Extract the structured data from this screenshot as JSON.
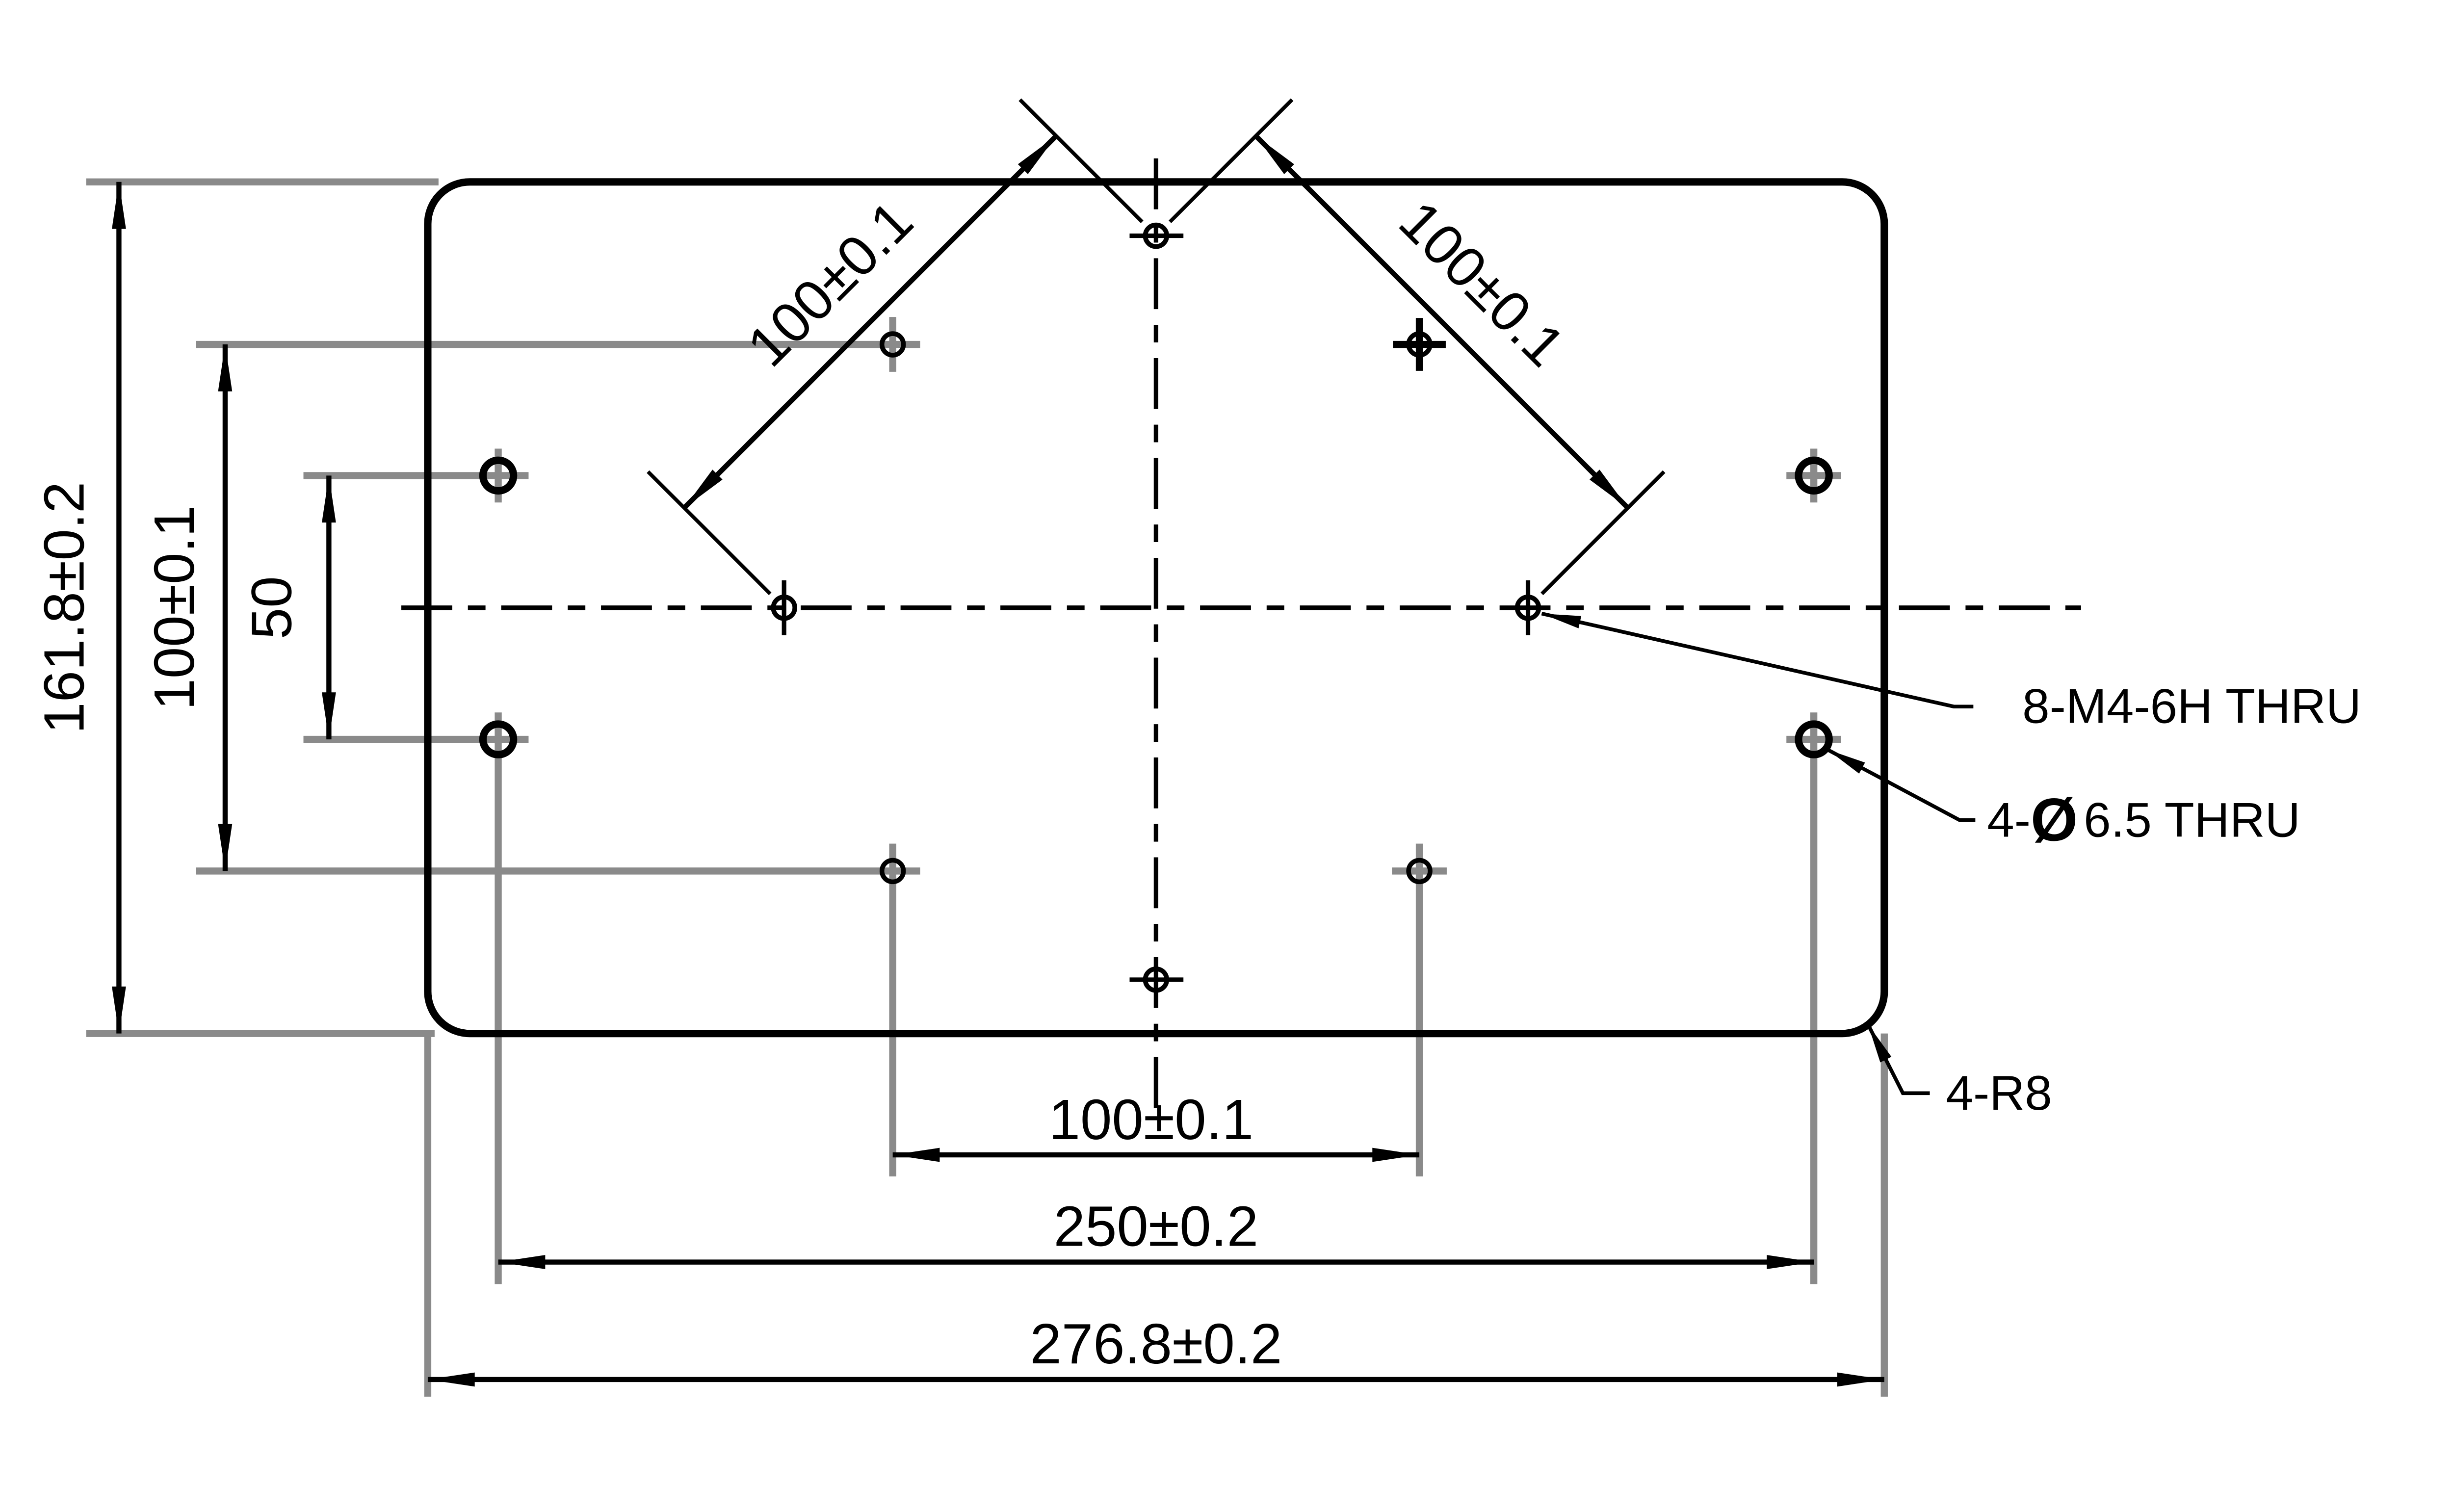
{
  "drawing": {
    "type": "mechanical-part-drawing",
    "part": "rectangular mounting plate, front view",
    "dims": {
      "overall_height": "161.8±0.2",
      "left_hole_span": "100±0.1",
      "drill_vertical_span": "50",
      "diag_left": "100±0.1",
      "diag_right": "100±0.1",
      "bottom_hole_span": "100±0.1",
      "drill_horizontal_span": "250±0.2",
      "overall_width": "276.8±0.2"
    },
    "callouts": {
      "tapped": "8-M4-6H THRU",
      "drill_prefix": "4-",
      "drill_phi": "Ø",
      "drill_rest": "6.5 THRU",
      "corner": "4-R8"
    },
    "colors": {
      "ink": "#000000",
      "extension_gray": "#8a8a8a",
      "background": "#ffffff"
    }
  }
}
